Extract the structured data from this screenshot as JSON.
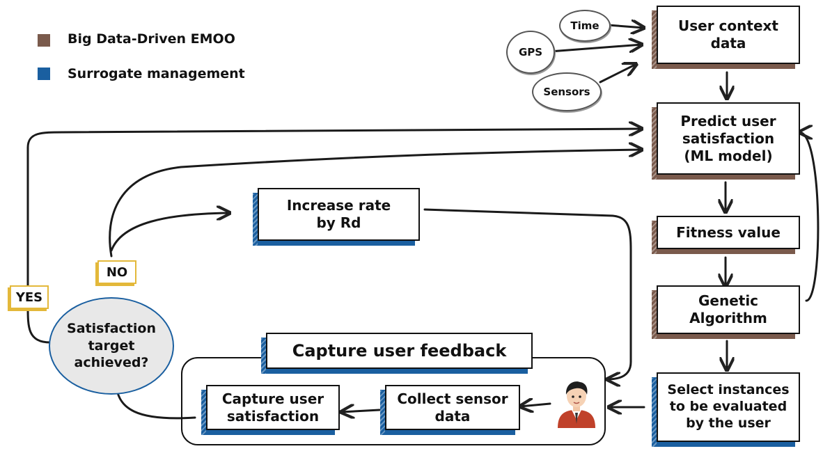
{
  "legend": {
    "items": [
      {
        "label": "Big Data-Driven EMOO",
        "color": "#7a5a4c"
      },
      {
        "label": "Surrogate management",
        "color": "#1a5fa0"
      }
    ]
  },
  "inputs": {
    "time": "Time",
    "gps": "GPS",
    "sensors": "Sensors"
  },
  "nodes": {
    "user_context": "User context\ndata",
    "predict": "Predict user\nsatisfaction\n(ML model)",
    "fitness": "Fitness value",
    "genetic": "Genetic\nAlgorithm",
    "select": "Select instances\nto be evaluated\nby the user",
    "increase_rate": "Increase rate\nby  Rd",
    "capture_feedback": "Capture user feedback",
    "collect_sensor": "Collect sensor\ndata",
    "capture_satisfaction": "Capture user\nsatisfaction",
    "decision": "Satisfaction\ntarget\nachieved?"
  },
  "tags": {
    "yes": "YES",
    "no": "NO"
  },
  "colors": {
    "brown": "#7a5a4c",
    "blue": "#1a5fa0",
    "tag_border": "#e3b83a"
  },
  "icons": {
    "user": "user-avatar-icon"
  }
}
